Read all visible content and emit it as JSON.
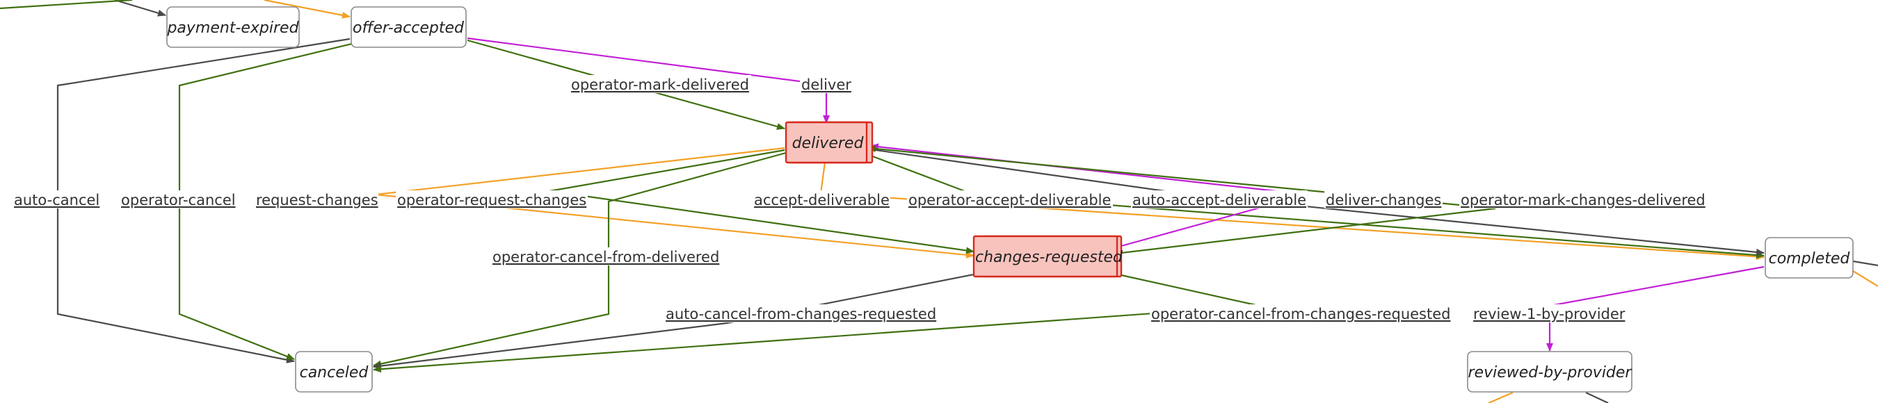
{
  "colors": {
    "dark": "#4a4a4a",
    "green": "#3f7010",
    "orange": "#f3a026",
    "purple": "#c21fd6",
    "highlight_fill": "#f9c3bd",
    "highlight_border": "#d62a1e"
  },
  "states": {
    "payment_expired": "payment-expired",
    "offer_accepted": "offer-accepted",
    "delivered": "delivered",
    "changes_requested": "changes-requested",
    "completed": "completed",
    "canceled": "canceled",
    "reviewed_by_provider": "reviewed-by-provider"
  },
  "highlighted_states": [
    "delivered",
    "changes-requested"
  ],
  "transitions": {
    "operator_mark_delivered": "operator-mark-delivered",
    "deliver": "deliver",
    "auto_cancel": "auto-cancel",
    "operator_cancel": "operator-cancel",
    "request_changes": "request-changes",
    "operator_request_changes": "operator-request-changes",
    "accept_deliverable": "accept-deliverable",
    "operator_accept_deliverable": "operator-accept-deliverable",
    "auto_accept_deliverable": "auto-accept-deliverable",
    "deliver_changes": "deliver-changes",
    "operator_mark_changes_delivered": "operator-mark-changes-delivered",
    "operator_cancel_from_delivered": "operator-cancel-from-delivered",
    "auto_cancel_from_changes_requested": "auto-cancel-from-changes-requested",
    "operator_cancel_from_changes_requested": "operator-cancel-from-changes-requested",
    "review_1_by_provider": "review-1-by-provider"
  }
}
